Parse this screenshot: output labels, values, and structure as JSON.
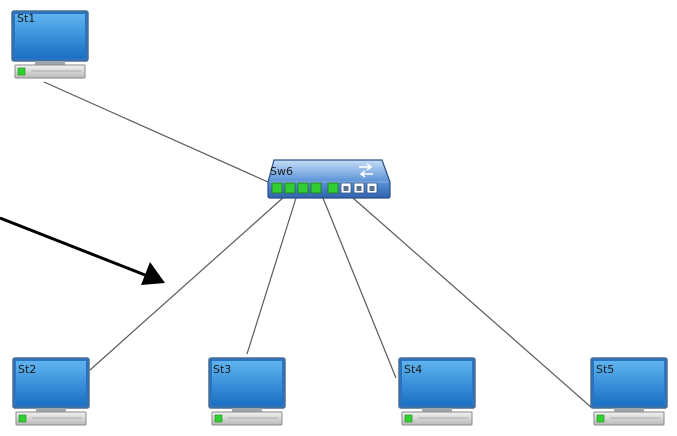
{
  "topology": {
    "switch": {
      "label": "Sw6",
      "icon": "network-switch-icon",
      "ports": [
        {
          "state": "active"
        },
        {
          "state": "active"
        },
        {
          "state": "active"
        },
        {
          "state": "active"
        },
        {
          "state": "active"
        },
        {
          "state": "inactive"
        },
        {
          "state": "inactive"
        },
        {
          "state": "inactive"
        }
      ]
    },
    "stations": [
      {
        "id": "st1",
        "label": "St1",
        "icon": "workstation-icon",
        "link_active": true
      },
      {
        "id": "st2",
        "label": "St2",
        "icon": "workstation-icon",
        "link_active": true
      },
      {
        "id": "st3",
        "label": "St3",
        "icon": "workstation-icon",
        "link_active": true
      },
      {
        "id": "st4",
        "label": "St4",
        "icon": "workstation-icon",
        "link_active": true
      },
      {
        "id": "st5",
        "label": "St5",
        "icon": "workstation-icon",
        "link_active": true
      }
    ],
    "links": [
      {
        "from": "st1",
        "to": "sw6"
      },
      {
        "from": "st2",
        "to": "sw6"
      },
      {
        "from": "st3",
        "to": "sw6"
      },
      {
        "from": "st4",
        "to": "sw6"
      },
      {
        "from": "st5",
        "to": "sw6"
      }
    ],
    "annotation": {
      "icon": "arrow-icon"
    }
  },
  "colors": {
    "background": "#ffffff",
    "link": "#555555",
    "screen": "#1e88d8",
    "port_active": "#33cc33",
    "port_inactive": "#ffffff",
    "arrow": "#000000"
  }
}
